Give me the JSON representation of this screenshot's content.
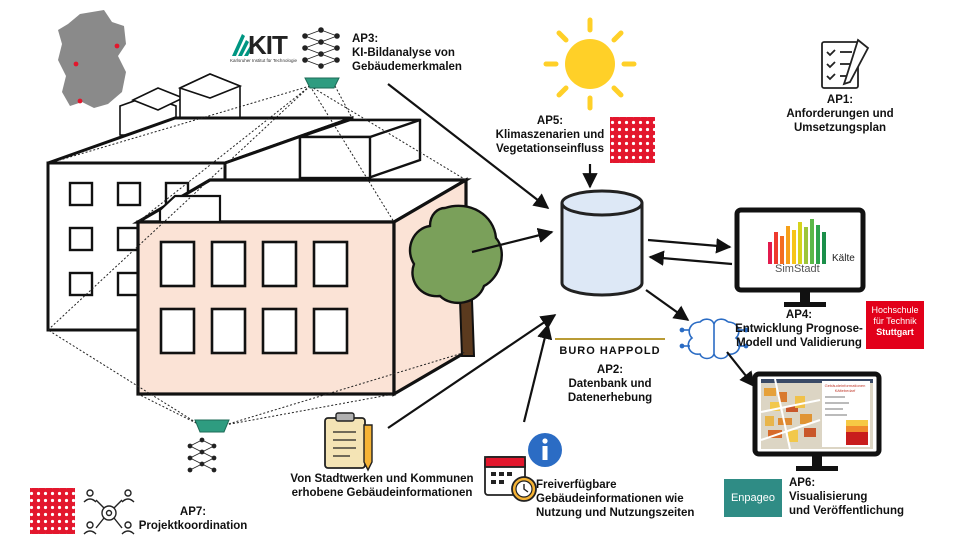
{
  "labels": {
    "ap3": {
      "code": "AP3:",
      "lines": [
        "KI-Bildanalyse von",
        "Gebäudemerkmalen"
      ]
    },
    "ap5": {
      "code": "AP5:",
      "lines": [
        "Klimaszenarien und",
        "Vegetationseinfluss"
      ]
    },
    "ap1": {
      "code": "AP1:",
      "lines": [
        "Anforderungen und",
        "Umsetzungsplan"
      ]
    },
    "ap2": {
      "code": "AP2:",
      "lines": [
        "Datenbank und",
        "Datenerhebung"
      ]
    },
    "ap4": {
      "code": "AP4:",
      "lines": [
        "Entwicklung Prognose-",
        "Modell und Validierung"
      ]
    },
    "ap6": {
      "code": "AP6:",
      "lines": [
        "Visualisierung",
        "und Veröffentlichung"
      ]
    },
    "ap7": {
      "code": "AP7:",
      "lines": [
        "Projektkoordination"
      ]
    },
    "stadtwerke": {
      "lines": [
        "Von Stadtwerken und Kommunen",
        "erhobene Gebäudeinformationen"
      ]
    },
    "freiverfuegbar": {
      "lines": [
        "Freiverfügbare",
        "Gebäudeinformationen wie",
        "Nutzung und  Nutzungszeiten"
      ]
    }
  },
  "logos": {
    "kit": {
      "word": "KIT",
      "sub": "Karlsruher Institut für Technologie",
      "color": "#009682"
    },
    "buro_happold": {
      "word": "BURO HAPPOLD",
      "accent": "#b99b35"
    },
    "hft": {
      "lines": [
        "Hochschule",
        "für Technik",
        "Stuttgart"
      ],
      "color": "#e2001a"
    },
    "enpageo": {
      "word": "Enpageo",
      "color": "#2f8c85"
    }
  },
  "screens": {
    "simstadt": {
      "word": "SimStadt",
      "tag": "Kälte"
    },
    "map_title": "Gebäudeinformationen Kältebedarf"
  },
  "icons": {
    "sun": "sun-icon",
    "database": "database-icon",
    "tree": "tree-icon",
    "checklist": "checklist-icon",
    "clipboard": "clipboard-icon",
    "calendar": "calendar-clock-icon",
    "info": "info-icon",
    "brain": "ai-brain-icon",
    "neural_net": "neural-network-icon",
    "germany_map": "germany-map-icon",
    "dot_logo": "dot-grid-logo",
    "team": "team-network-icon",
    "monitor": "monitor-icon"
  },
  "colors": {
    "drone": "#2e9c80",
    "building_front": "#fbe3d6",
    "tree_green": "#7aa05a",
    "trunk": "#5b3a1e",
    "dot_logo": "#e3172d",
    "sun": "#ffd028",
    "info": "#2b6cc4"
  }
}
